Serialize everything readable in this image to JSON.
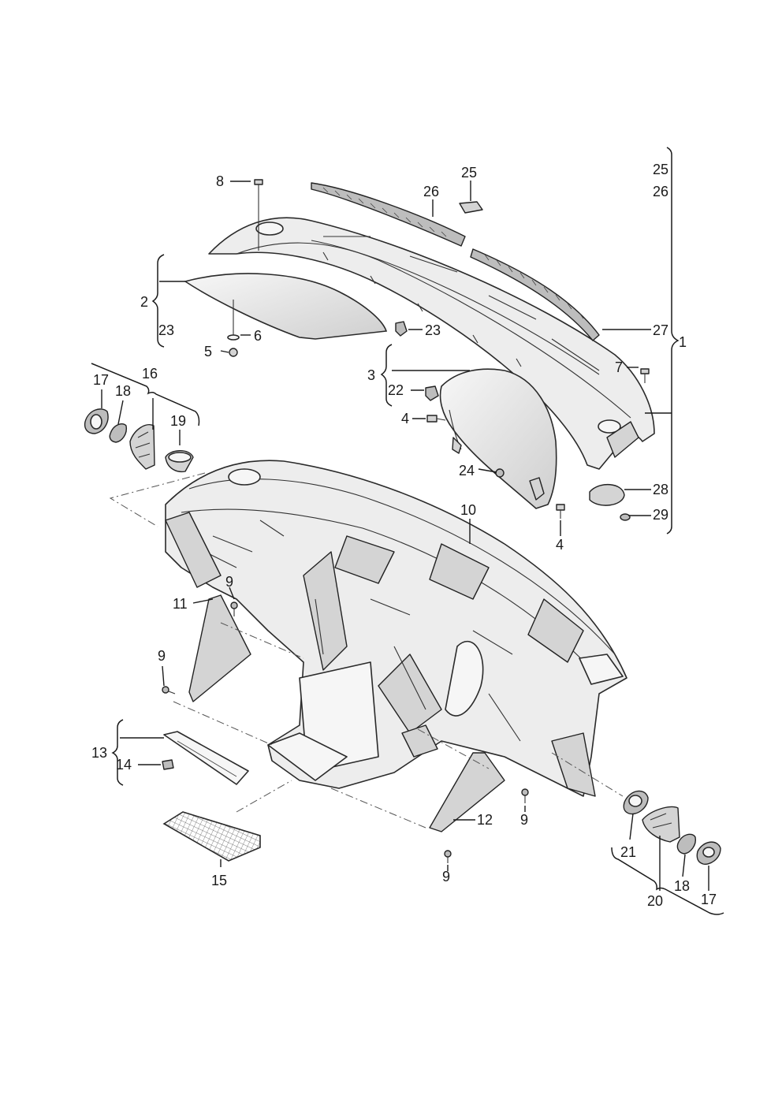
{
  "labels": {
    "l1": "1",
    "l2": "2",
    "l3": "3",
    "l4a": "4",
    "l4b": "4",
    "l5": "5",
    "l6": "6",
    "l7": "7",
    "l8": "8",
    "l9a": "9",
    "l9b": "9",
    "l9c": "9",
    "l9d": "9",
    "l10": "10",
    "l11": "11",
    "l12": "12",
    "l13": "13",
    "l14": "14",
    "l15": "15",
    "l16": "16",
    "l17a": "17",
    "l17b": "17",
    "l18a": "18",
    "l18b": "18",
    "l19": "19",
    "l20": "20",
    "l21": "21",
    "l22": "22",
    "l23a": "23",
    "l23b": "23",
    "l24": "24",
    "l25a": "25",
    "l25b": "25",
    "l26a": "26",
    "l26b": "26",
    "l27": "27",
    "l28": "28",
    "l29": "29"
  }
}
